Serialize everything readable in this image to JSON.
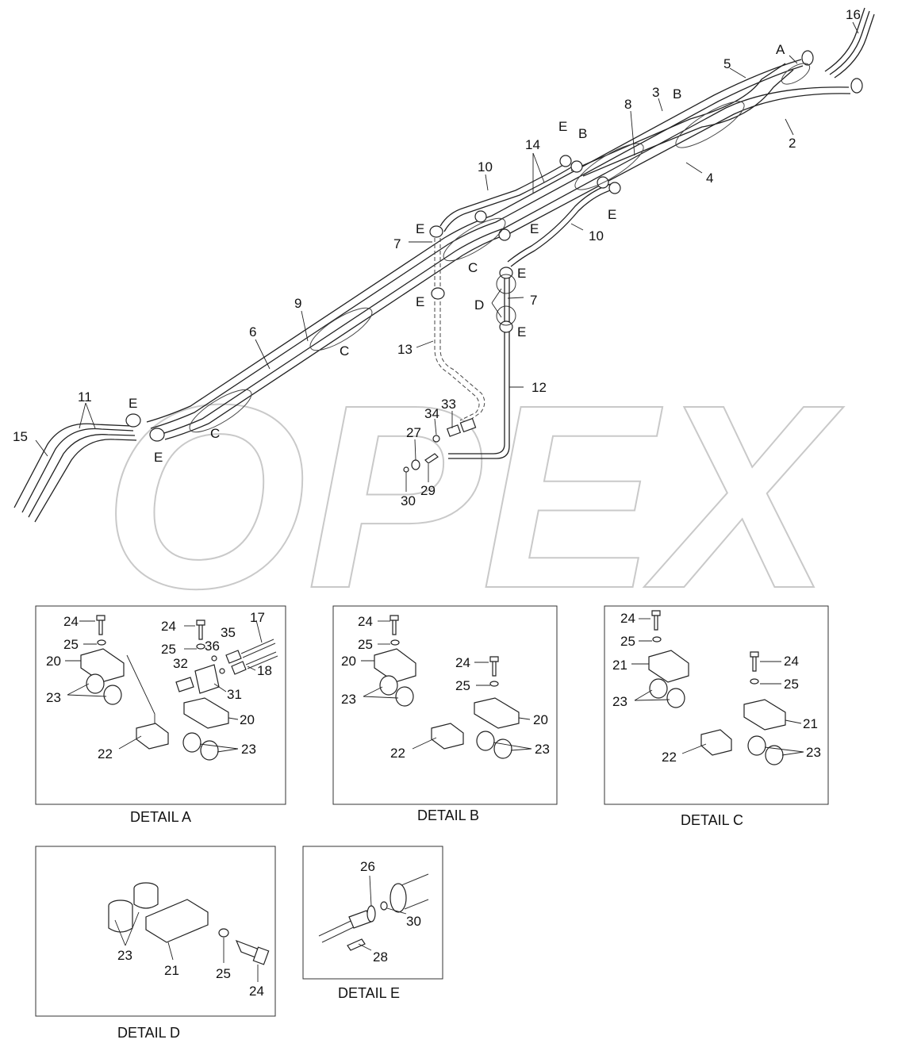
{
  "watermark": "OPEX",
  "main_labels": [
    "16",
    "A",
    "5",
    "3",
    "B",
    "8",
    "E",
    "B",
    "2",
    "14",
    "10",
    "4",
    "E",
    "E",
    "10",
    "7",
    "E",
    "E",
    "C",
    "E",
    "D",
    "7",
    "9",
    "E",
    "6",
    "13",
    "C",
    "12",
    "11",
    "E",
    "33",
    "34",
    "C",
    "27",
    "15",
    "E",
    "29",
    "30"
  ],
  "details": {
    "A": {
      "caption": "DETAIL A",
      "labels": [
        "24",
        "24",
        "17",
        "25",
        "35",
        "25",
        "36",
        "20",
        "32",
        "18",
        "31",
        "23",
        "20",
        "22",
        "23"
      ]
    },
    "B": {
      "caption": "DETAIL B",
      "labels": [
        "24",
        "25",
        "24",
        "20",
        "25",
        "23",
        "20",
        "22",
        "23"
      ]
    },
    "C": {
      "caption": "DETAIL C",
      "labels": [
        "24",
        "25",
        "24",
        "21",
        "25",
        "23",
        "21",
        "22",
        "23"
      ]
    },
    "D": {
      "caption": "DETAIL D",
      "labels": [
        "23",
        "21",
        "25",
        "24"
      ]
    },
    "E": {
      "caption": "DETAIL E",
      "labels": [
        "26",
        "30",
        "28"
      ]
    }
  }
}
